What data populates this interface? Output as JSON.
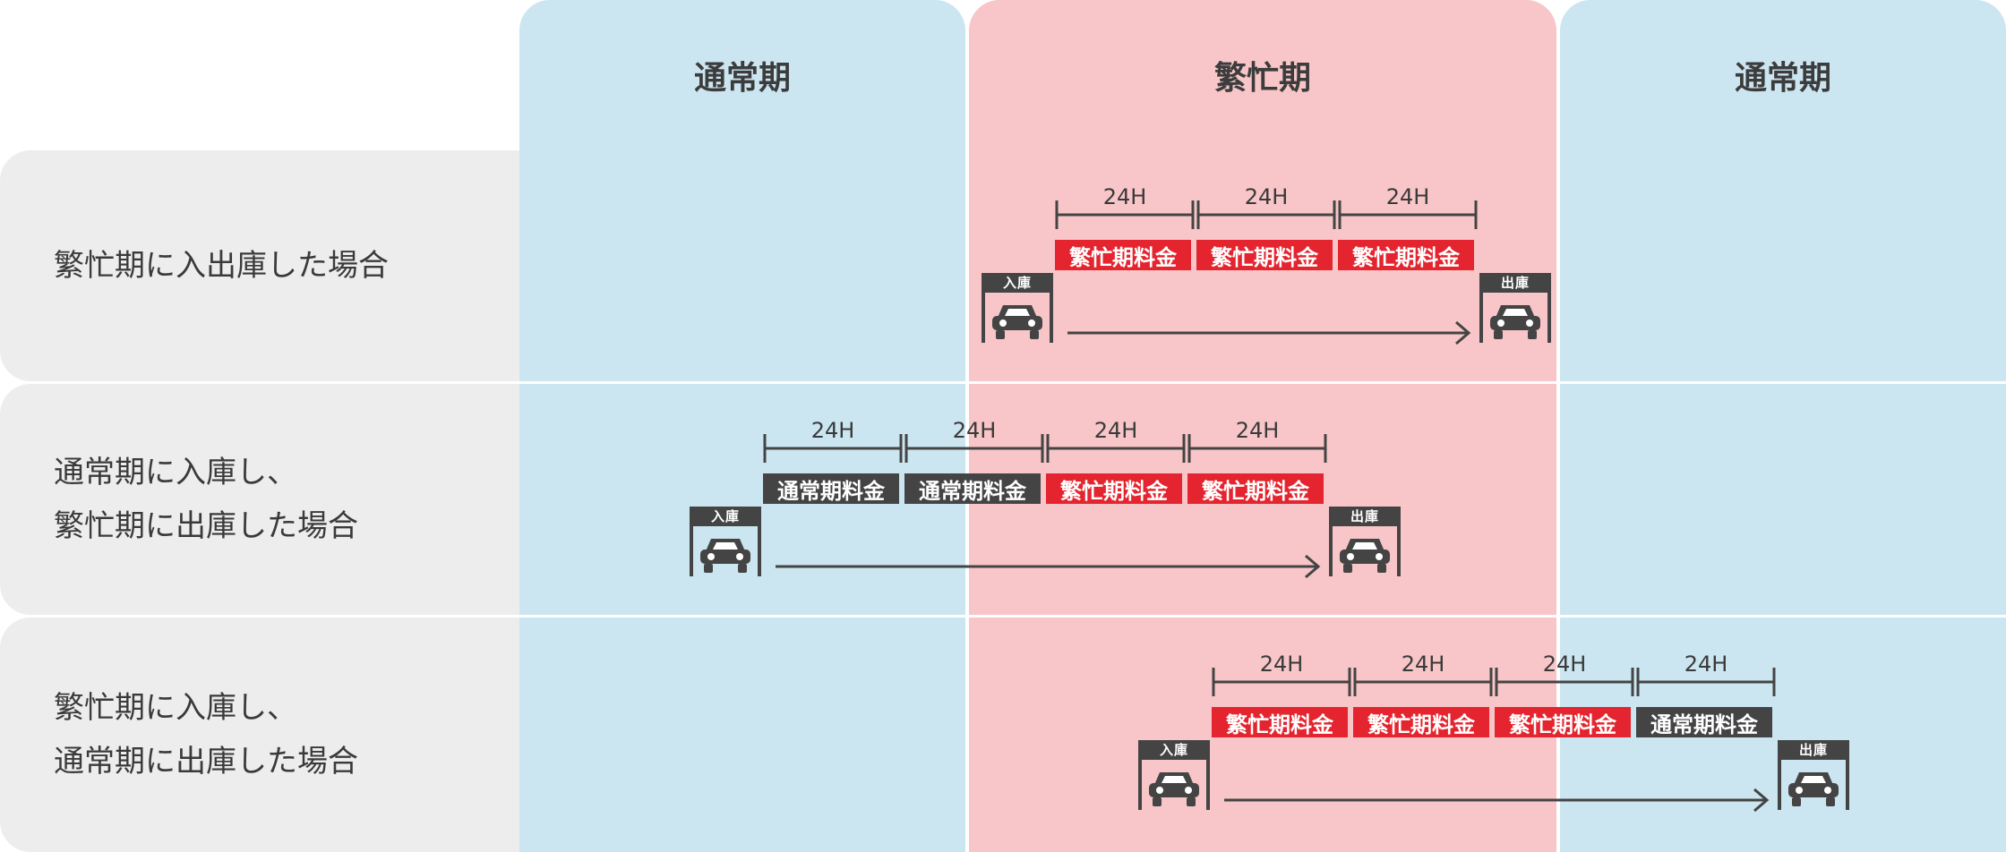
{
  "columns": [
    {
      "label": "通常期",
      "kind": "normal"
    },
    {
      "label": "繁忙期",
      "kind": "busy"
    },
    {
      "label": "通常期",
      "kind": "normal"
    }
  ],
  "rows": [
    {
      "label_lines": [
        "繁忙期に入出庫した場合"
      ],
      "hour_label": "24H",
      "segments": [
        {
          "label": "繁忙期料金",
          "kind": "busy"
        },
        {
          "label": "繁忙期料金",
          "kind": "busy"
        },
        {
          "label": "繁忙期料金",
          "kind": "busy"
        }
      ],
      "entry_label": "入庫",
      "exit_label": "出庫"
    },
    {
      "label_lines": [
        "通常期に入庫し、",
        "繁忙期に出庫した場合"
      ],
      "hour_label": "24H",
      "segments": [
        {
          "label": "通常期料金",
          "kind": "normal"
        },
        {
          "label": "通常期料金",
          "kind": "normal"
        },
        {
          "label": "繁忙期料金",
          "kind": "busy"
        },
        {
          "label": "繁忙期料金",
          "kind": "busy"
        }
      ],
      "entry_label": "入庫",
      "exit_label": "出庫"
    },
    {
      "label_lines": [
        "繁忙期に入庫し、",
        "通常期に出庫した場合"
      ],
      "hour_label": "24H",
      "segments": [
        {
          "label": "繁忙期料金",
          "kind": "busy"
        },
        {
          "label": "繁忙期料金",
          "kind": "busy"
        },
        {
          "label": "繁忙期料金",
          "kind": "busy"
        },
        {
          "label": "通常期料金",
          "kind": "normal"
        }
      ],
      "entry_label": "入庫",
      "exit_label": "出庫"
    }
  ],
  "colors": {
    "normal_bg": "#cbe6f1",
    "busy_bg": "#f8c6c8",
    "busy_fee": "#e4242e",
    "normal_fee": "#444444",
    "dark": "#444444"
  }
}
